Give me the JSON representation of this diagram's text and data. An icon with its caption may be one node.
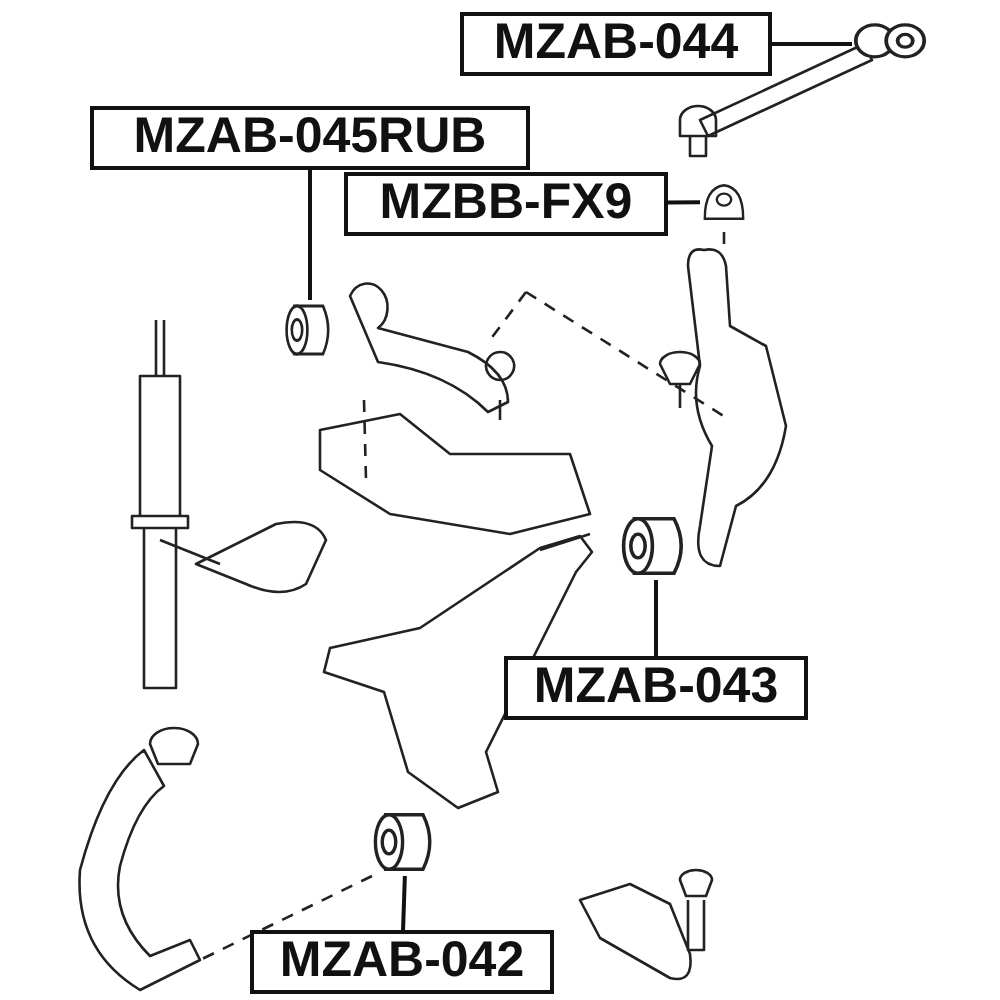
{
  "diagram": {
    "nodes": [
      {
        "text": [
          "MZAB-044"
        ]
      },
      {
        "text": [
          "MZAB-045RUB"
        ]
      },
      {
        "text": [
          "MZBB-FX9"
        ]
      },
      {
        "text": [
          "MZAB-043"
        ]
      },
      {
        "text": [
          "MZAB-042"
        ]
      },
      {
        "text": [],
        "shape": "circle"
      },
      {
        "text": [],
        "shape": "cylinder"
      },
      {
        "text": [],
        "shape": "cylinder"
      },
      {
        "text": [],
        "shape": "cylinder"
      },
      {
        "text": [],
        "shape": "cylinder"
      }
    ],
    "edges": [
      {
        "from": 0,
        "to": 5,
        "arrow": "none"
      },
      {
        "from": 1,
        "to": 6,
        "arrow": "none"
      },
      {
        "from": 2,
        "to": 7,
        "arrow": "none"
      },
      {
        "from": 3,
        "to": 8,
        "arrow": "none"
      },
      {
        "from": 4,
        "to": 9,
        "arrow": "none"
      }
    ]
  }
}
